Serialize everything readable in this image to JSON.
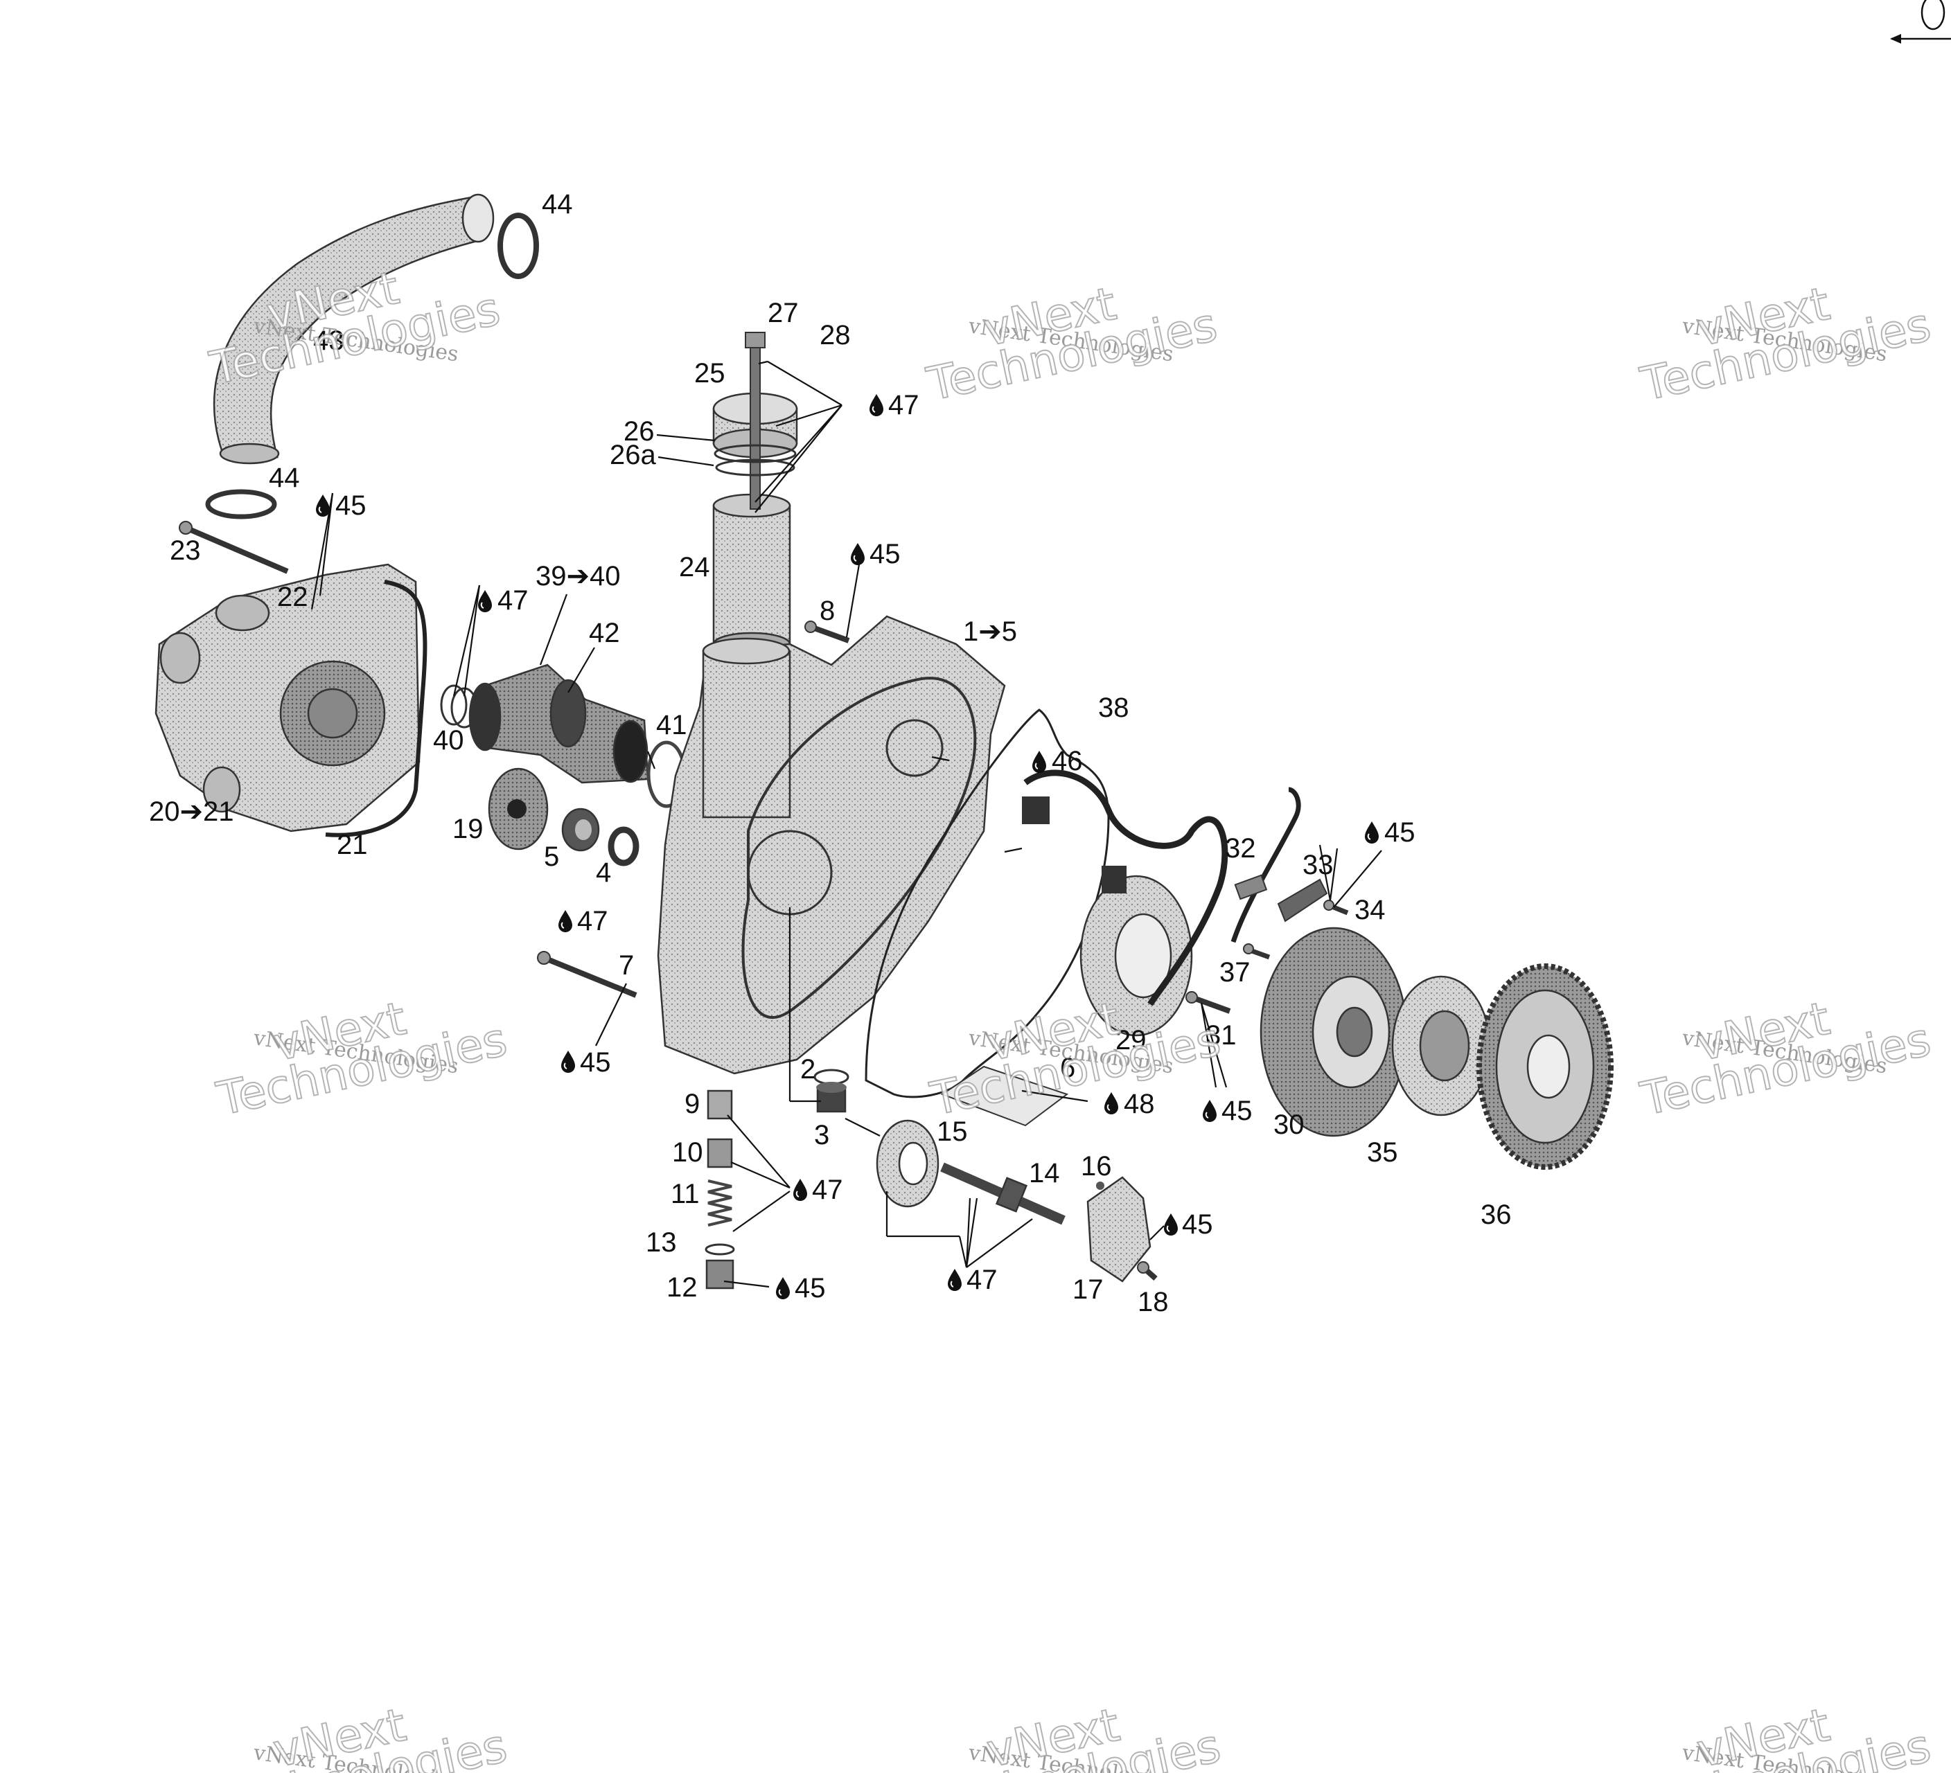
{
  "callouts": {
    "c44a": "44",
    "c43": "43",
    "c44b": "44",
    "c45a": "45",
    "c23": "23",
    "c22": "22",
    "c20_21": "20➔21",
    "c21": "21",
    "c27": "27",
    "c28": "28",
    "c25": "25",
    "c47a": "47",
    "c26": "26",
    "c26a": "26a",
    "c24": "24",
    "c45b": "45",
    "c8": "8",
    "c1_5": "1➔5",
    "c47b": "47",
    "c39_40": "39➔40",
    "c42": "42",
    "c40": "40",
    "c41": "41",
    "c19": "19",
    "c5": "5",
    "c4": "4",
    "c47c": "47",
    "c38": "38",
    "c46": "46",
    "c45c": "45",
    "c32": "32",
    "c33": "33",
    "c34": "34",
    "c37": "37",
    "c7": "7",
    "c45d": "45",
    "c29": "29",
    "c31": "31",
    "c2": "2",
    "c6": "6",
    "c48": "48",
    "c45e": "45",
    "c30": "30",
    "c35": "35",
    "c36": "36",
    "c9": "9",
    "c3": "3",
    "c15": "15",
    "c10": "10",
    "c47d": "47",
    "c14": "14",
    "c16": "16",
    "c11": "11",
    "c45f": "45",
    "c13": "13",
    "c12": "12",
    "c45g": "45",
    "c47e": "47",
    "c17": "17",
    "c18": "18"
  },
  "watermark": {
    "line1": "vNext Technologies",
    "line2a": "vNext",
    "line2b": "Technologies"
  },
  "icons": {
    "drop": "fluid-drop-icon",
    "arrow": "right-arrow-glyph"
  },
  "colors": {
    "ink": "#111111",
    "part_fill": "#c9c9c9",
    "part_dark": "#3a3a3a",
    "watermark": "#a8a8a8"
  }
}
